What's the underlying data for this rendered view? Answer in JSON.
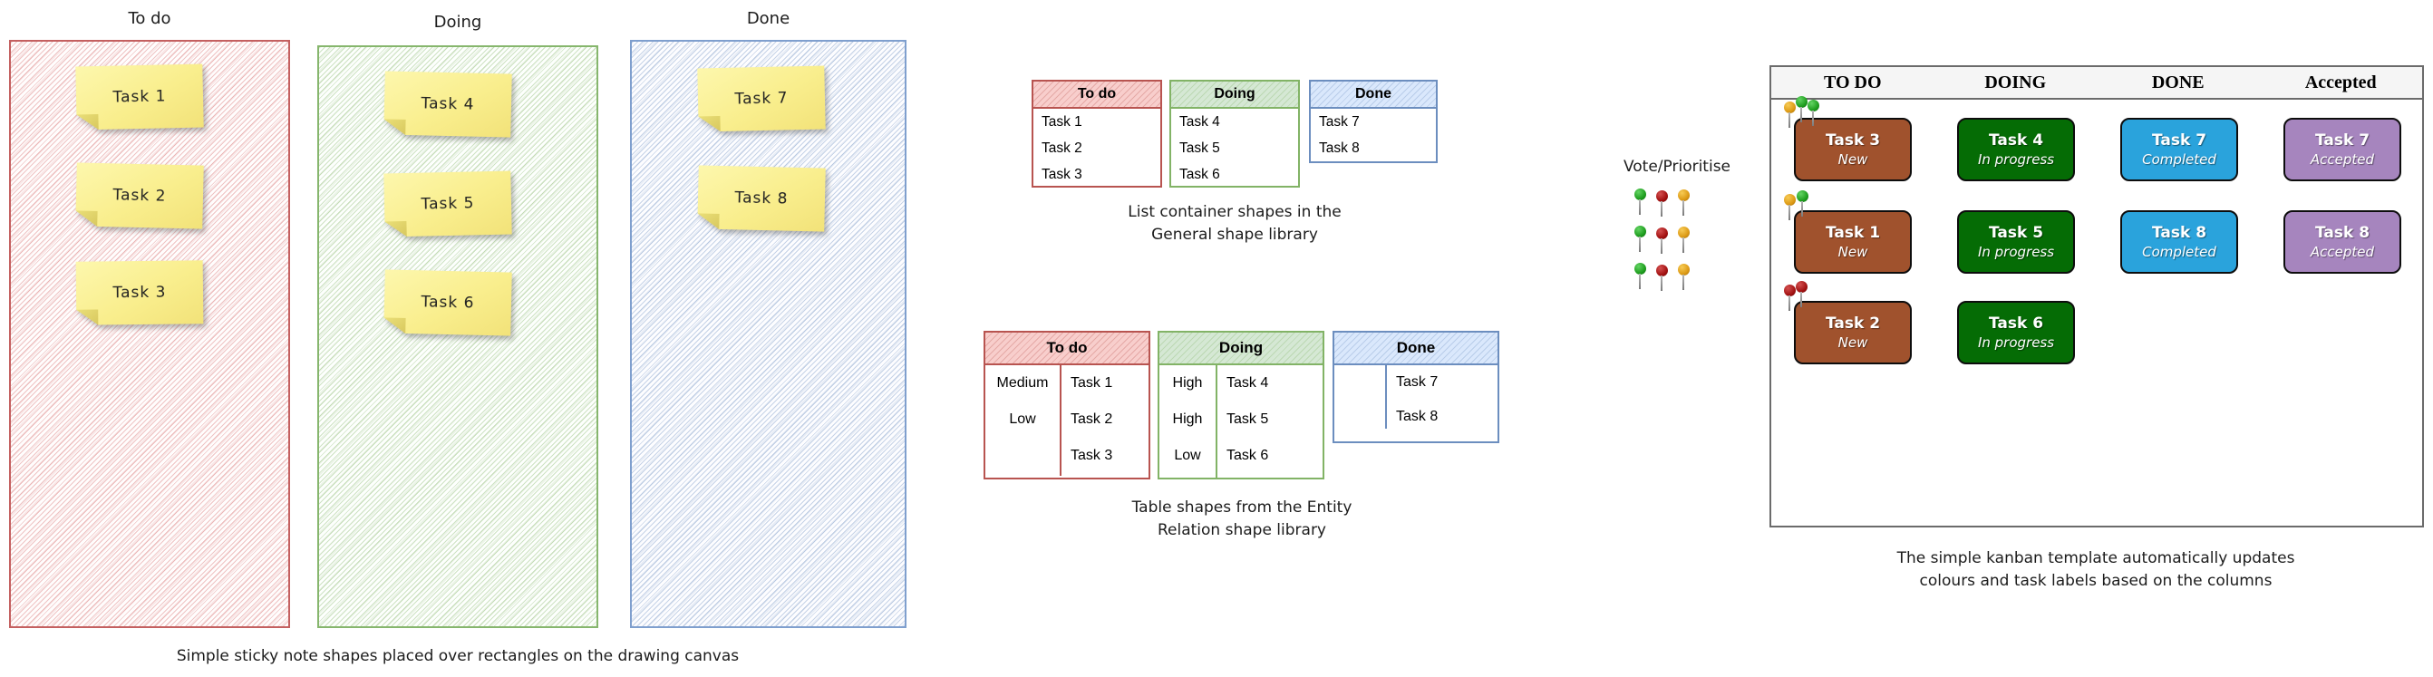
{
  "colors": {
    "red_border": "#B85450",
    "red_fill": "#F8CECC",
    "green_border": "#82B366",
    "green_fill": "#D5E8D4",
    "blue_border": "#6C8EBF",
    "blue_fill": "#DAE8FC",
    "sticky_yellow": "#F9EE8D",
    "kanban_new": "#A0522D",
    "kanban_in_progress": "#056C05",
    "kanban_completed": "#2AA3DC",
    "kanban_accepted": "#A685BE",
    "pin_green": "#1F9E1F",
    "pin_red": "#A31212",
    "pin_orange": "#DD9A15"
  },
  "sticky_board": {
    "caption": "Simple sticky note shapes placed over rectangles on the drawing canvas",
    "columns": [
      {
        "title": "To do",
        "notes": [
          "Task 1",
          "Task 2",
          "Task 3"
        ]
      },
      {
        "title": "Doing",
        "notes": [
          "Task 4",
          "Task 5",
          "Task 6"
        ]
      },
      {
        "title": "Done",
        "notes": [
          "Task 7",
          "Task 8"
        ]
      }
    ]
  },
  "list_shapes": {
    "caption_line1": "List container shapes in the",
    "caption_line2": "General shape library",
    "lists": [
      {
        "title": "To do",
        "items": [
          "Task 1",
          "Task 2",
          "Task 3"
        ]
      },
      {
        "title": "Doing",
        "items": [
          "Task 4",
          "Task 5",
          "Task 6"
        ]
      },
      {
        "title": "Done",
        "items": [
          "Task 7",
          "Task 8"
        ]
      }
    ]
  },
  "table_shapes": {
    "caption_line1": "Table shapes from the Entity",
    "caption_line2": "Relation shape library",
    "tables": [
      {
        "title": "To do",
        "rows": [
          {
            "priority": "Medium",
            "task": "Task 1"
          },
          {
            "priority": "Low",
            "task": "Task 2"
          },
          {
            "priority": "",
            "task": "Task 3"
          }
        ]
      },
      {
        "title": "Doing",
        "rows": [
          {
            "priority": "High",
            "task": "Task 4"
          },
          {
            "priority": "High",
            "task": "Task 5"
          },
          {
            "priority": "Low",
            "task": "Task 6"
          }
        ]
      },
      {
        "title": "Done",
        "rows": [
          {
            "priority": "",
            "task": "Task 7"
          },
          {
            "priority": "",
            "task": "Task 8"
          }
        ]
      }
    ]
  },
  "vote": {
    "title": "Vote/Prioritise",
    "pins": [
      [
        "green",
        "red",
        "orange"
      ],
      [
        "green",
        "red",
        "orange"
      ],
      [
        "green",
        "red",
        "orange"
      ]
    ]
  },
  "kanban": {
    "caption_line1": "The simple kanban template automatically updates",
    "caption_line2": "colours and task labels based on the columns",
    "columns": [
      {
        "header": "TO DO",
        "cards": [
          {
            "title": "Task 3",
            "status": "New"
          },
          {
            "title": "Task 1",
            "status": "New"
          },
          {
            "title": "Task 2",
            "status": "New"
          }
        ]
      },
      {
        "header": "DOING",
        "cards": [
          {
            "title": "Task 4",
            "status": "In progress"
          },
          {
            "title": "Task 5",
            "status": "In progress"
          },
          {
            "title": "Task 6",
            "status": "In progress"
          }
        ]
      },
      {
        "header": "DONE",
        "cards": [
          {
            "title": "Task 7",
            "status": "Completed"
          },
          {
            "title": "Task 8",
            "status": "Completed"
          }
        ]
      },
      {
        "header": "Accepted",
        "cards": [
          {
            "title": "Task 7",
            "status": "Accepted"
          },
          {
            "title": "Task 8",
            "status": "Accepted"
          }
        ]
      }
    ]
  }
}
